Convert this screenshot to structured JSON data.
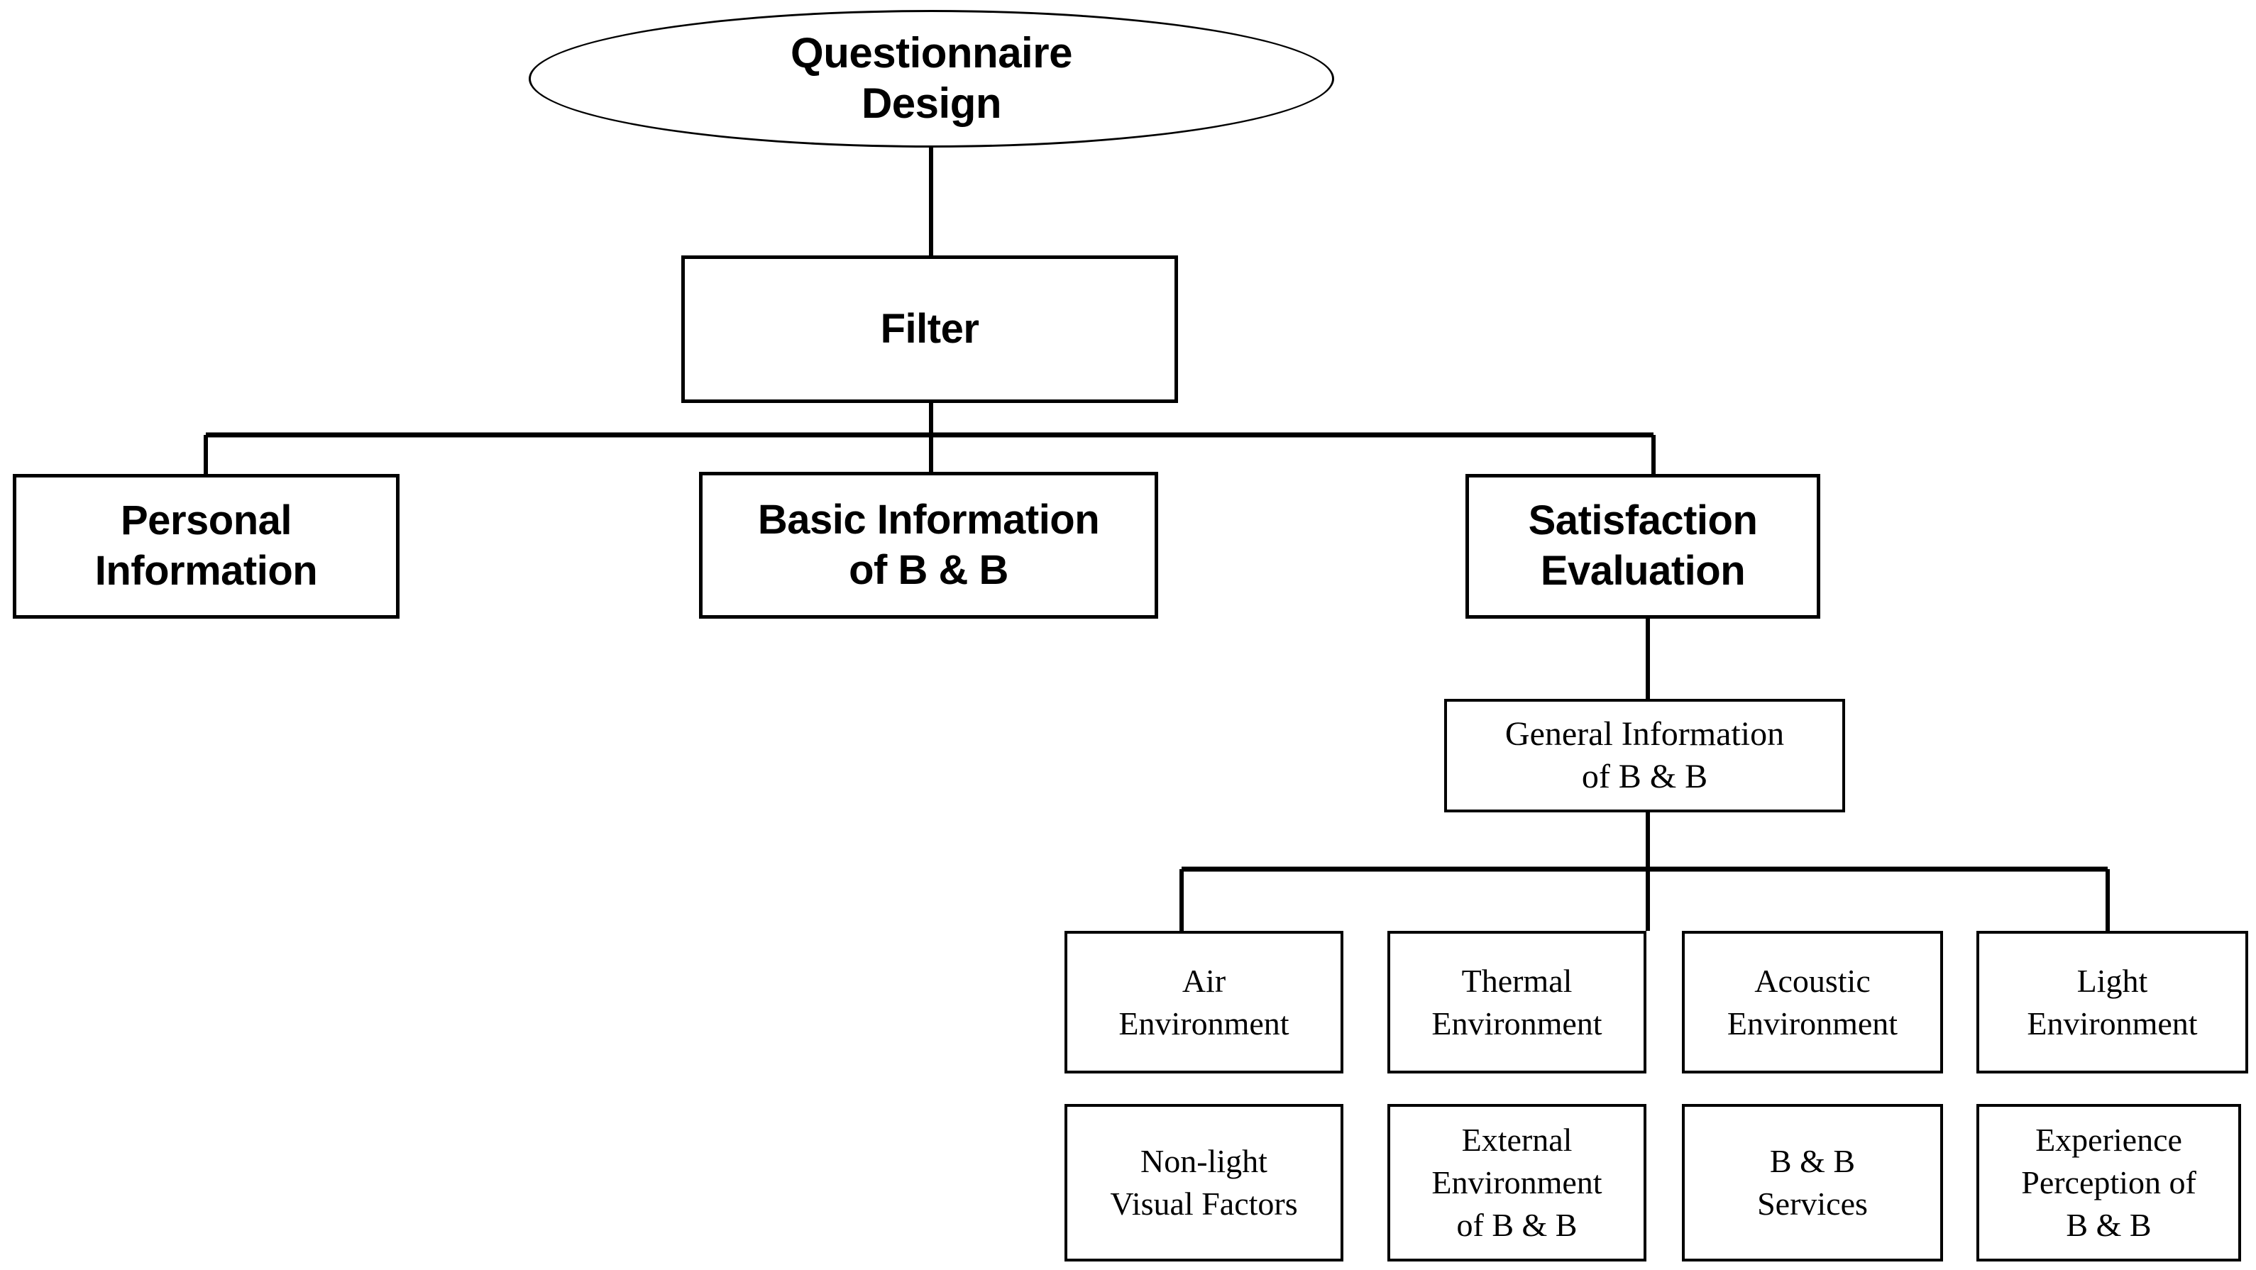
{
  "diagram": {
    "title": "Questionnaire Design",
    "type": "flowchart",
    "root": {
      "label": "Questionnaire\nDesign",
      "shape": "ellipse"
    },
    "filter": {
      "label": "Filter",
      "shape": "rectangle"
    },
    "level2": [
      {
        "label": "Personal\nInformation",
        "shape": "rectangle"
      },
      {
        "label": "Basic Information\nof B & B",
        "shape": "rectangle"
      },
      {
        "label": "Satisfaction\nEvaluation",
        "shape": "rectangle"
      }
    ],
    "level3": {
      "label": "General Information\nof B & B",
      "shape": "rectangle"
    },
    "level4_row1": [
      {
        "label": "Air\nEnvironment",
        "shape": "rectangle"
      },
      {
        "label": "Thermal\nEnvironment",
        "shape": "rectangle"
      },
      {
        "label": "Acoustic\nEnvironment",
        "shape": "rectangle"
      },
      {
        "label": "Light\nEnvironment",
        "shape": "rectangle"
      }
    ],
    "level4_row2": [
      {
        "label": "Non-light\nVisual Factors",
        "shape": "rectangle"
      },
      {
        "label": "External\nEnvironment\nof B & B",
        "shape": "rectangle"
      },
      {
        "label": "B & B\nServices",
        "shape": "rectangle"
      },
      {
        "label": "Experience\nPerception of\nB & B",
        "shape": "rectangle"
      }
    ],
    "colors": {
      "stroke": "#000000",
      "fill": "#ffffff",
      "text": "#000000"
    }
  }
}
